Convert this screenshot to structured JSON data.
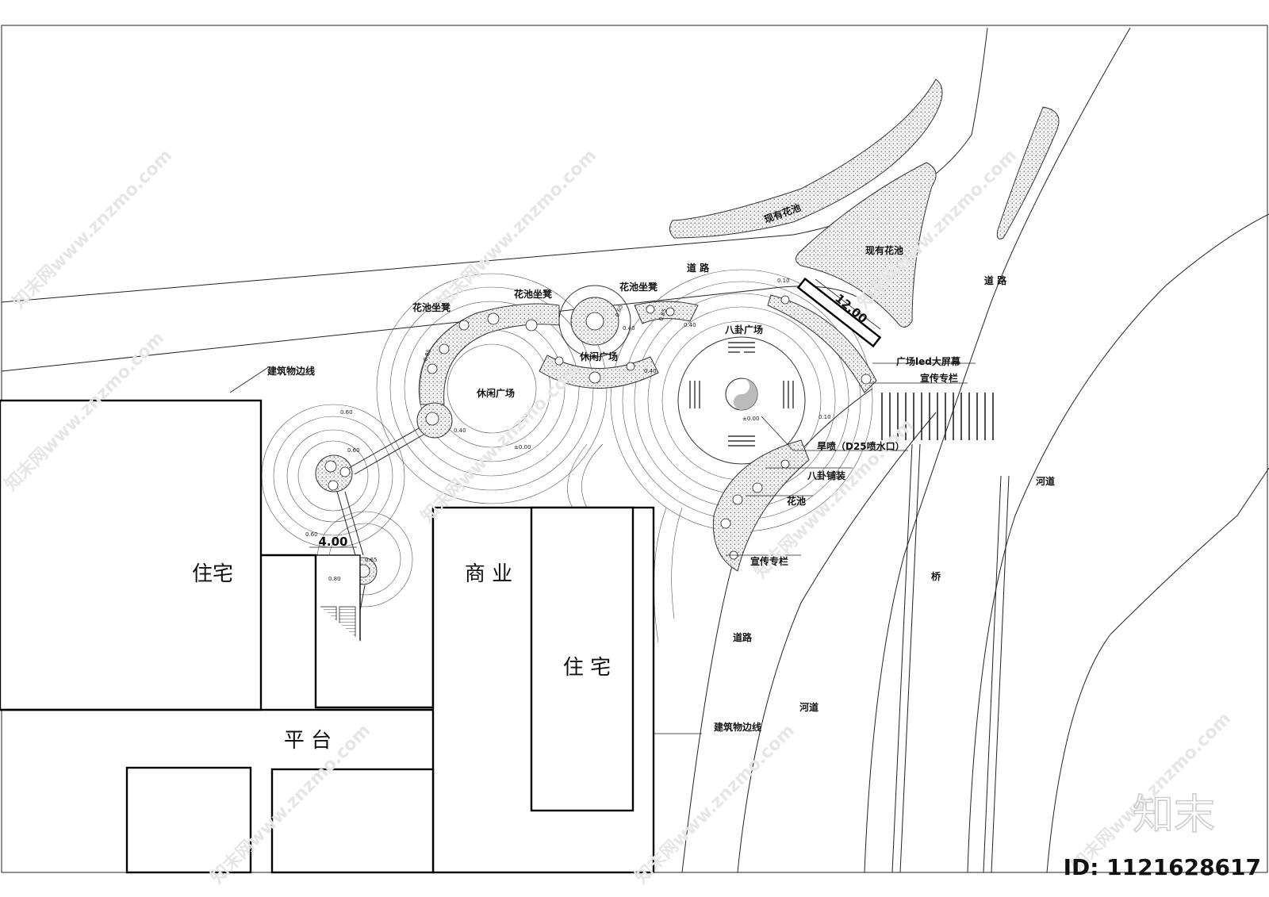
{
  "labels": {
    "existing_bed_1": "现有花池",
    "existing_bed_2": "现有花池",
    "road_top": "道 路",
    "road_right": "道 路",
    "road_lower": "道路",
    "bench_1": "花池坐凳",
    "bench_2": "花池坐凳",
    "bench_3": "花池坐凳",
    "building_line_1": "建筑物边线",
    "building_line_2": "建筑物边线",
    "leisure_plaza_1": "休闲广场",
    "leisure_plaza_2": "休闲广场",
    "bagua_plaza": "八卦广场",
    "led_screen": "广场led大屏幕",
    "notice_board_1": "宣传专栏",
    "notice_board_2": "宣传专栏",
    "dry_fountain": "旱喷（D25喷水口）",
    "bagua_paving": "八卦铺装",
    "flower_bed": "花池",
    "river_1": "河道",
    "river_2": "河道",
    "bridge": "桥",
    "residential_1": "住宅",
    "residential_2": "住 宅",
    "commercial": "商 业",
    "platform": "平 台",
    "dim_12": "12.00",
    "dim_4": "4.00"
  },
  "elevations": [
    "0.10",
    "0.85",
    "0.65",
    "0.40",
    "0.40",
    "0.40",
    "0.85",
    "0.40",
    "0.60",
    "0.60",
    "±0.00",
    "±0.00",
    "0.10",
    "0.60",
    "0.80",
    "0.65"
  ],
  "watermark": {
    "text": "知末网www.znzmo.com",
    "logo": "知末",
    "id_text": "ID: 1121628617"
  }
}
